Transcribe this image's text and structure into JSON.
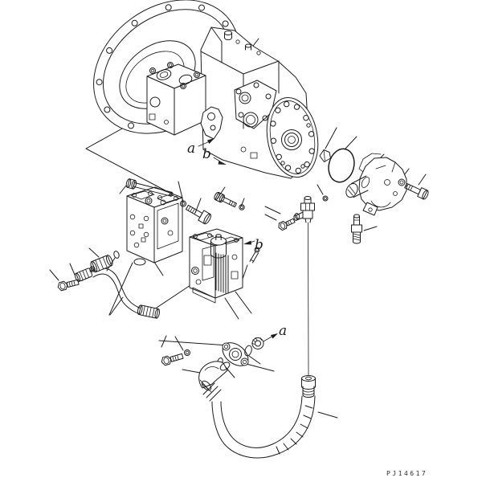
{
  "page": {
    "background": "#ffffff",
    "line_color": "#1c1c1c"
  },
  "figure_type": "exploded-parts-diagram",
  "drawing_number": "PJ14617",
  "callouts": {
    "a_top": "a",
    "b_top": "b",
    "b_mid": "b",
    "a_bottom": "a"
  },
  "parts": [
    "flywheel-mounting-flange",
    "main-piston-pump",
    "pump-end-cover",
    "pump-mounting-bracket",
    "left-valve-block",
    "right-valve-block",
    "solenoid-cylinder",
    "gear-pump",
    "coupling-shaft",
    "large-o-ring",
    "wedge-plug",
    "tee-fitting",
    "breather-plug",
    "oval-flange",
    "flange-o-ring",
    "flange-nut",
    "elbow-fitting",
    "large-hose",
    "hose-ferrule",
    "small-hose",
    "sleeve-nut",
    "hex-bolts",
    "washers",
    "o-rings",
    "pilot-tube"
  ]
}
